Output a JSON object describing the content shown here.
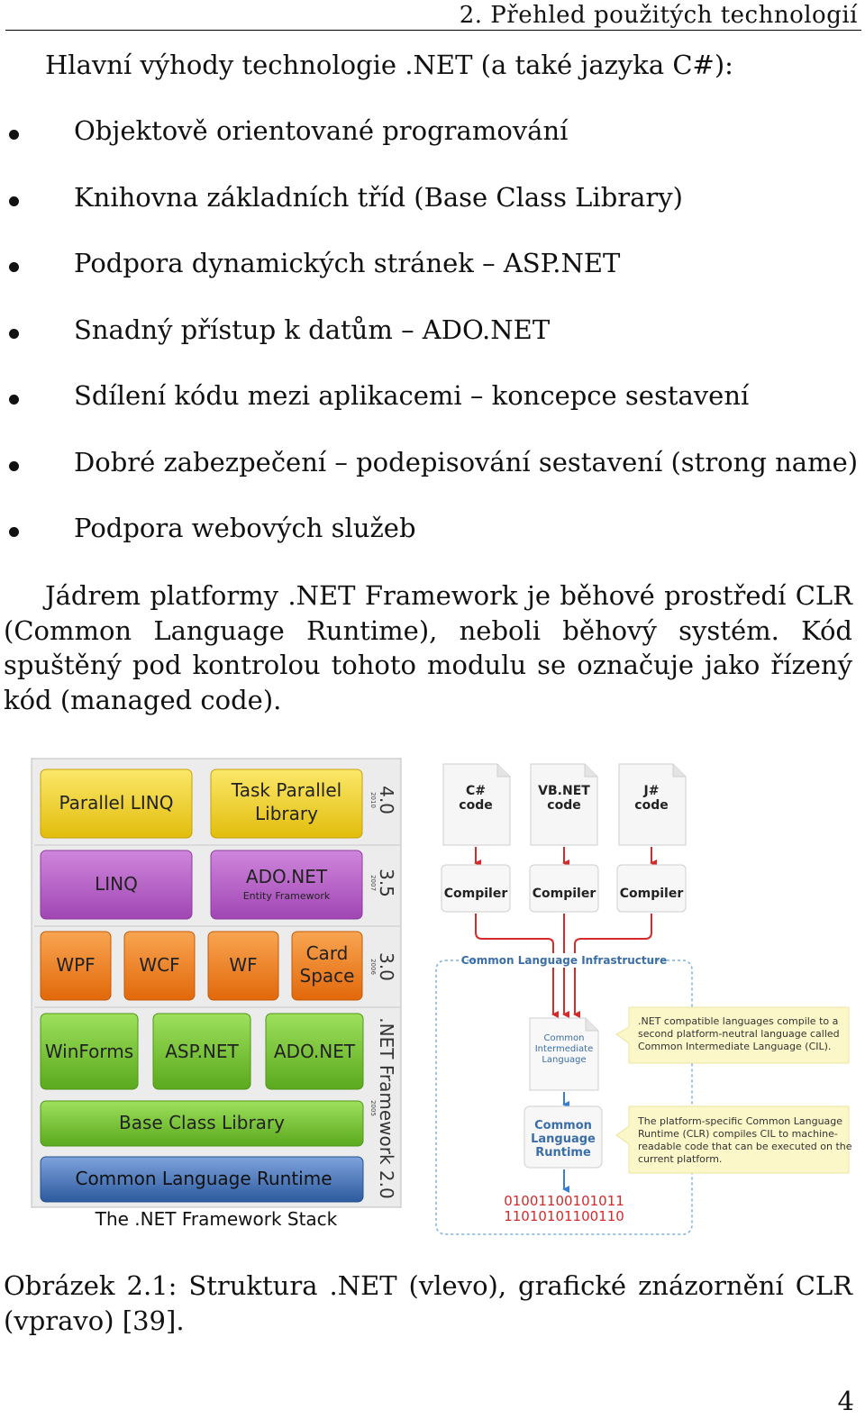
{
  "header": {
    "title": "2. Přehled použitých technologií"
  },
  "intro": "Hlavní výhody technologie .NET (a také jazyka C#):",
  "bullets": [
    "Objektově orientované programování",
    "Knihovna základních tříd (Base Class Library)",
    "Podpora dynamických stránek – ASP.NET",
    "Snadný přístup k datům – ADO.NET",
    "Sdílení kódu mezi aplikacemi – koncepce sestavení",
    "Dobré zabezpečení – podepisování sestavení (strong name)",
    "Podpora webových služeb"
  ],
  "paragraph": "Jádrem platformy .NET Framework je běhové prostředí CLR (Common Language Runtime), neboli běhový systém. Kód spuštěný pod kontrolou tohoto modulu se označuje jako řízený kód (managed code).",
  "stack": {
    "caption": "The .NET Framework Stack",
    "v40": {
      "version": "4.0",
      "year": "2010",
      "parallel_linq": "Parallel LINQ",
      "task_parallel_1": "Task Parallel",
      "task_parallel_2": "Library"
    },
    "v35": {
      "version": "3.5",
      "year": "2007",
      "linq": "LINQ",
      "ado_ef_1": "ADO.NET",
      "ado_ef_2": "Entity Framework"
    },
    "v30": {
      "version": "3.0",
      "year": "2006",
      "wpf": "WPF",
      "wcf": "WCF",
      "wf": "WF",
      "card_1": "Card",
      "card_2": "Space"
    },
    "v20": {
      "version": ".NET Framework 2.0",
      "year": "2005",
      "winforms": "WinForms",
      "aspnet": "ASP.NET",
      "adonet": "ADO.NET",
      "bcl": "Base Class Library",
      "clr": "Common Language Runtime"
    },
    "colors": {
      "yellow": "#f2d21a",
      "purple": "#b458c4",
      "orange": "#f07c12",
      "green": "#6cc22a",
      "blue": "#3f6fb5"
    }
  },
  "clr_diagram": {
    "sources": [
      {
        "line1": "C#",
        "line2": "code"
      },
      {
        "line1": "VB.NET",
        "line2": "code"
      },
      {
        "line1": "J#",
        "line2": "code"
      }
    ],
    "compiler": "Compiler",
    "cli_label": "Common Language Infrastructure",
    "cil_1": "Common",
    "cil_2": "Intermediate",
    "cil_3": "Language",
    "clr_1": "Common",
    "clr_2": "Language",
    "clr_3": "Runtime",
    "binary_1": "01001100101011",
    "binary_2": "11010101100110",
    "note1": [
      ".NET compatible languages compile to a",
      "second platform-neutral language called",
      "Common Intermediate Language (CIL)."
    ],
    "note2": [
      "The platform-specific Common Language",
      "Runtime (CLR) compiles CIL to machine-",
      "readable code that can be executed on the",
      "current platform."
    ],
    "colors": {
      "arrow_red": "#d42a2a",
      "arrow_blue": "#3a7ed0",
      "binary": "#d42a2a",
      "note_bg": "#fbf7c8"
    }
  },
  "caption": "Obrázek 2.1: Struktura .NET (vlevo), grafické znázornění CLR (vpravo) [39].",
  "page_number": "4"
}
